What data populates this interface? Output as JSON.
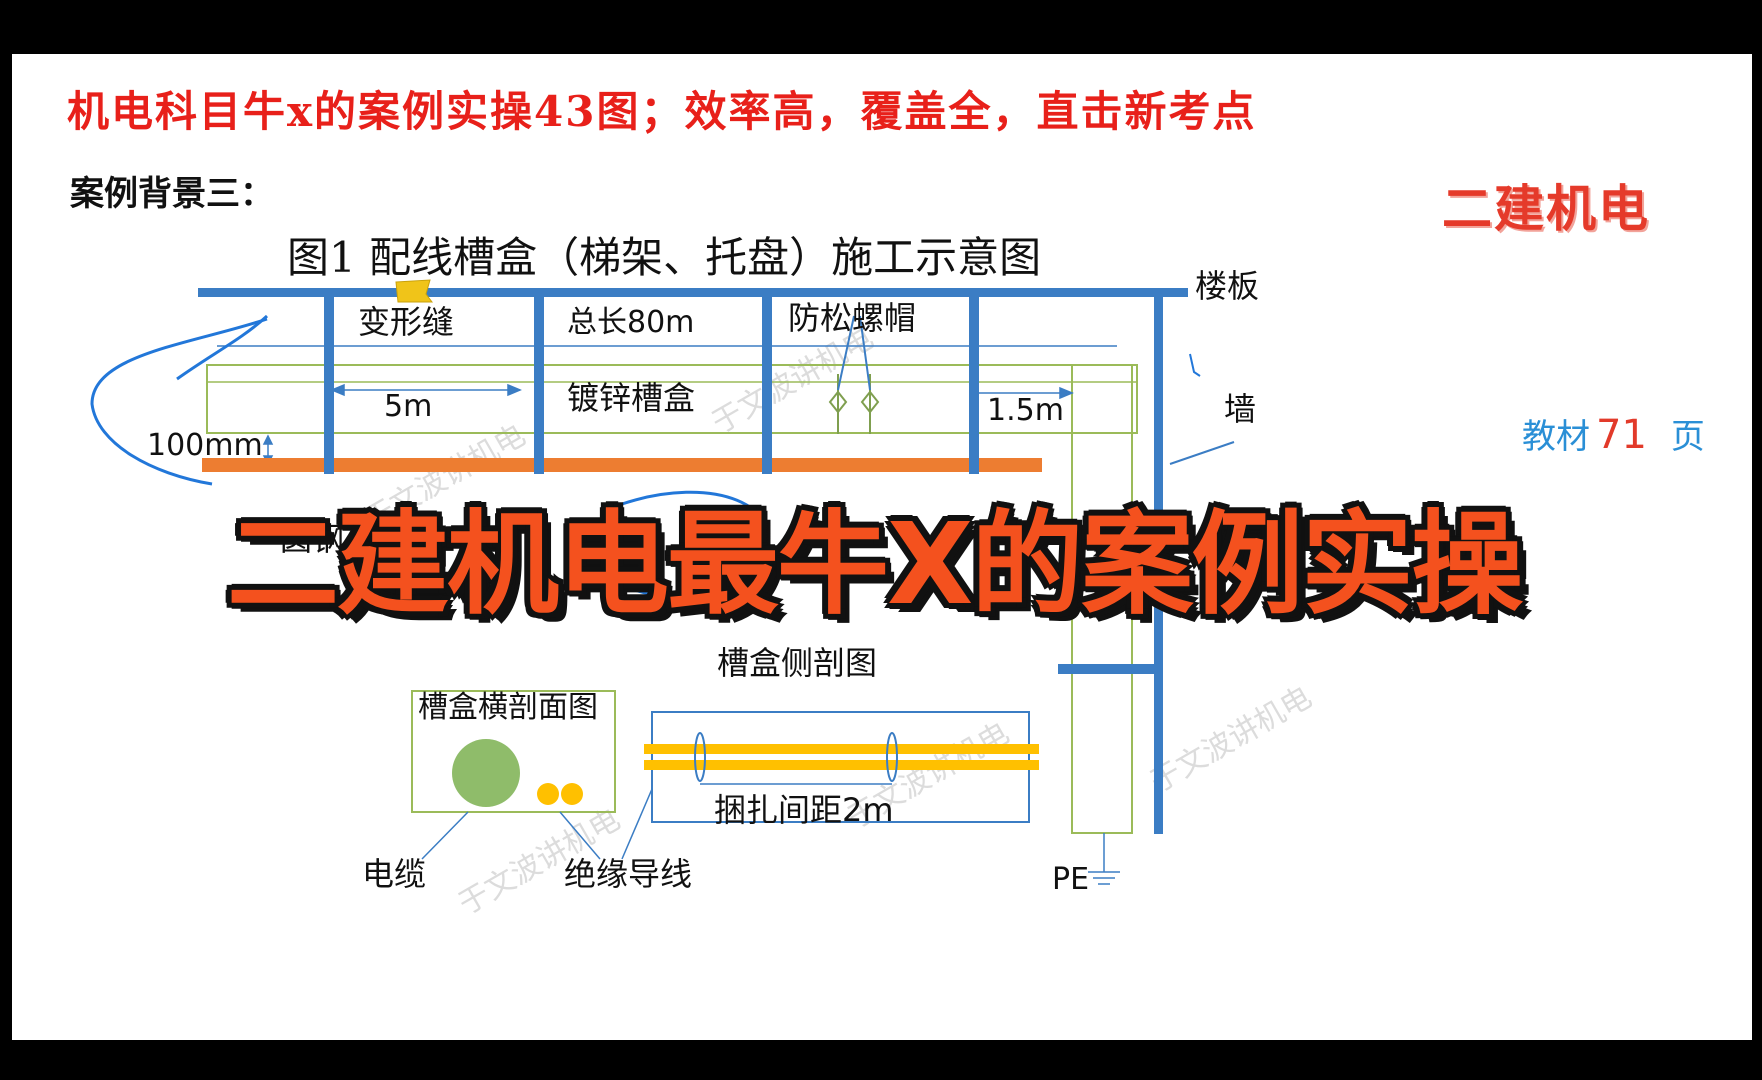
{
  "header": {
    "headline": "机电科目牛x的案例实操43图；效率高，覆盖全，直击新考点",
    "case_label": "案例背景三：",
    "brand_stamp": "二建机电"
  },
  "figure": {
    "title": "图1  配线槽盒（梯架、托盘）施工示意图",
    "labels": {
      "floor_slab": "楼板",
      "wall": "墙",
      "expansion_joint": "变形缝",
      "total_length": "总长80m",
      "lock_nut": "防松螺帽",
      "galvanized_tray": "镀锌槽盒",
      "span_5m": "5m",
      "span_1_5m": "1.5m",
      "clearance": "100mm",
      "round_steel": "圆钢",
      "side_section": "槽盒侧剖图",
      "cross_section": "槽盒横剖面图",
      "binding_spacing": "捆扎间距2m",
      "cable": "电缆",
      "insulated_wire": "绝缘导线",
      "pe": "PE"
    },
    "watermark": "于文波讲机电"
  },
  "textbook_ref": {
    "prefix": "教材",
    "page": "71",
    "suffix": "页"
  },
  "overlay_banner": "二建机电最牛X的案例实操",
  "colors": {
    "headline": "#e8201a",
    "structure_blue": "#3b7dc4",
    "tray_line": "#9bbb59",
    "round_steel_orange": "#ed7d31",
    "wire_yellow": "#ffc000",
    "cable_green": "#8fbc6a",
    "banner": "#f4511e"
  }
}
